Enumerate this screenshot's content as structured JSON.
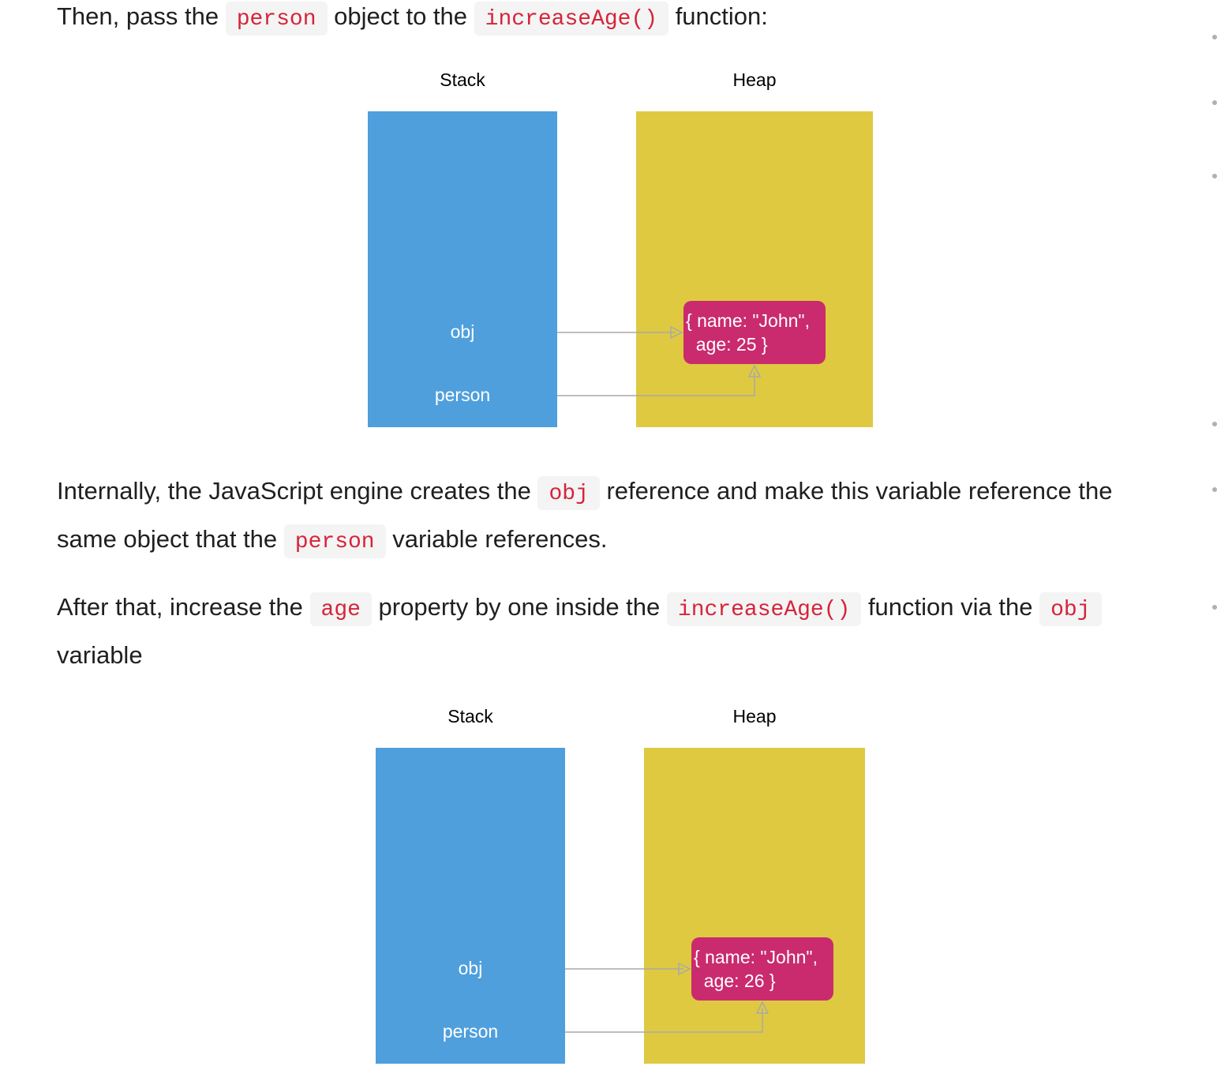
{
  "intro": {
    "before": "Then, pass the ",
    "code1": "person",
    "middle": " object to the ",
    "code2": "increaseAge()",
    "after": " function:"
  },
  "diagram1": {
    "stack_title": "Stack",
    "heap_title": "Heap",
    "var_obj": "obj",
    "var_person": "person",
    "object_line1": "{ name: \"John\",",
    "object_line2": "  age: 25 }"
  },
  "para2": {
    "line1_before": "Internally, the JavaScript engine creates the ",
    "line1_code": "obj",
    "line1_after": " reference and make this variable reference the",
    "line2_before": "same object that the ",
    "line2_code": "person",
    "line2_after": " variable references."
  },
  "para3": {
    "before": "After that, increase the ",
    "code1": "age",
    "middle": " property by one inside the ",
    "code2": "increaseAge()",
    "after2": " function via the ",
    "code3": "obj",
    "line2": "variable"
  },
  "diagram2": {
    "stack_title": "Stack",
    "heap_title": "Heap",
    "var_obj": "obj",
    "var_person": "person",
    "object_line1": "{ name: \"John\",",
    "object_line2": "  age: 26 }"
  },
  "colors": {
    "stack": "#4f9fdc",
    "heap": "#dfc941",
    "object": "#c92b6e",
    "arrow": "#a9a9a9",
    "code_text": "#d5243a",
    "code_bg": "#f4f4f4"
  }
}
